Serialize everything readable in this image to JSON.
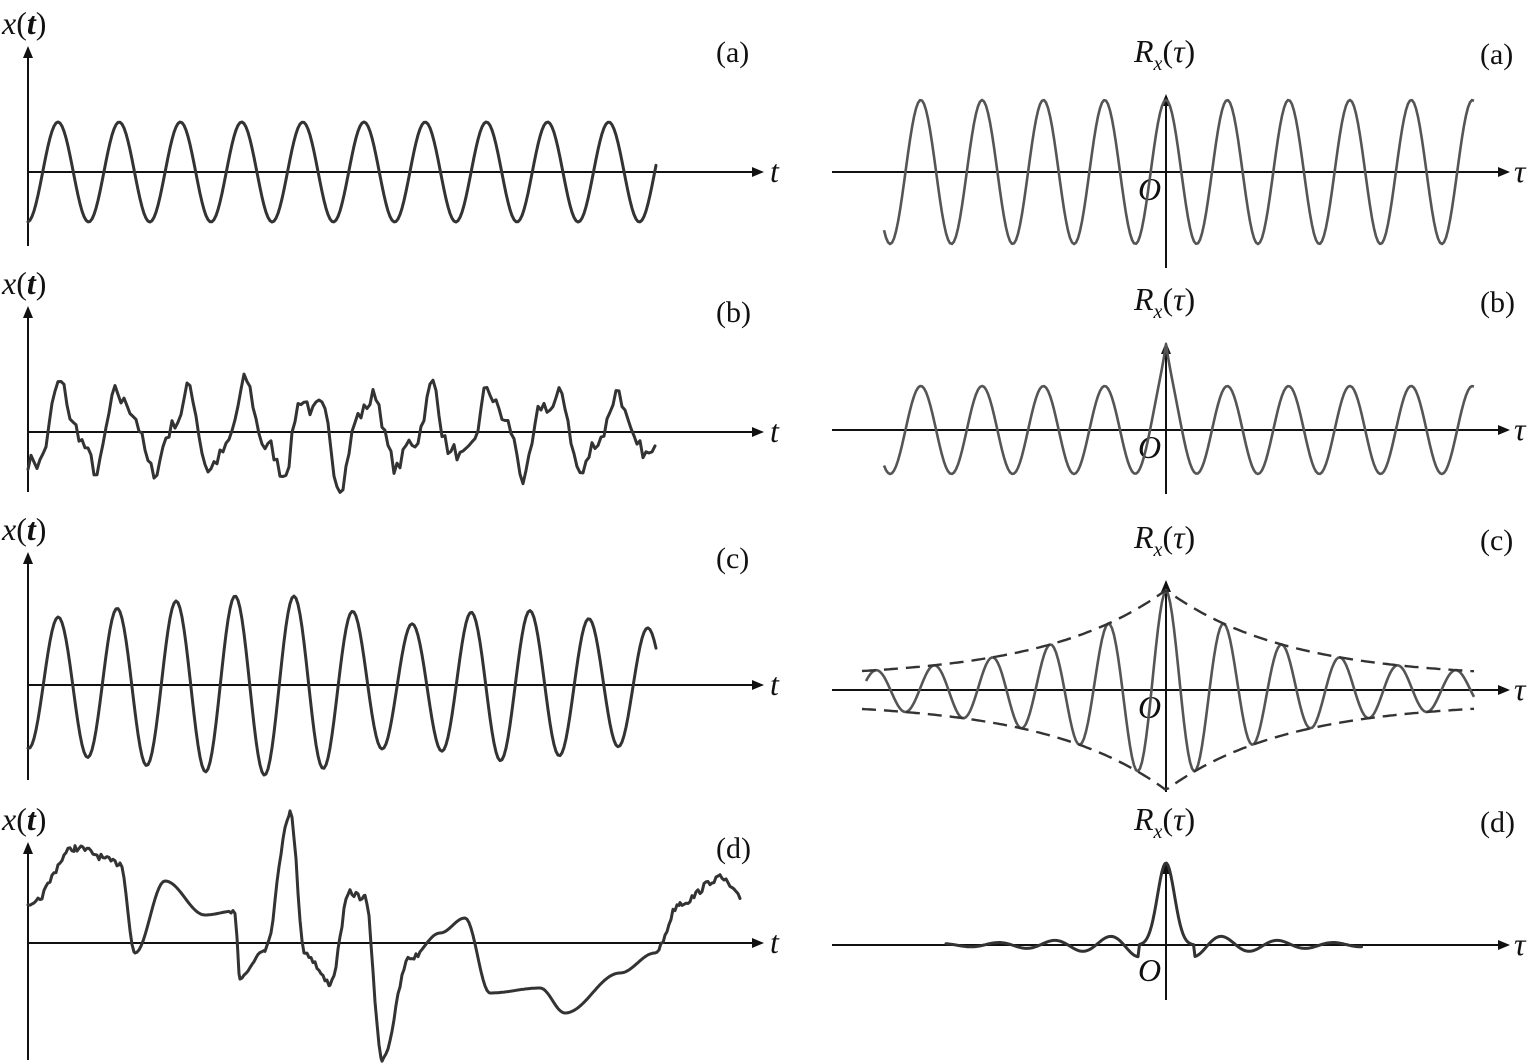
{
  "left_axis_label": {
    "var": "x",
    "arg": "t"
  },
  "right_axis_label": {
    "var": "R",
    "sub": "x",
    "arg": "τ"
  },
  "left_horizontal_label": "t",
  "right_horizontal_label": "τ",
  "origin_label": "O",
  "panels": [
    {
      "id": "a",
      "tag": "(a)",
      "signal": "sine",
      "autocorrelation": "cosine"
    },
    {
      "id": "b",
      "tag": "(b)",
      "signal": "sine plus noise",
      "autocorrelation": "cosine with spike at origin"
    },
    {
      "id": "c",
      "tag": "(c)",
      "signal": "narrowband random",
      "autocorrelation": "decaying cosine with envelope"
    },
    {
      "id": "d",
      "tag": "(d)",
      "signal": "broadband random",
      "autocorrelation": "sharp peak at origin"
    }
  ]
}
